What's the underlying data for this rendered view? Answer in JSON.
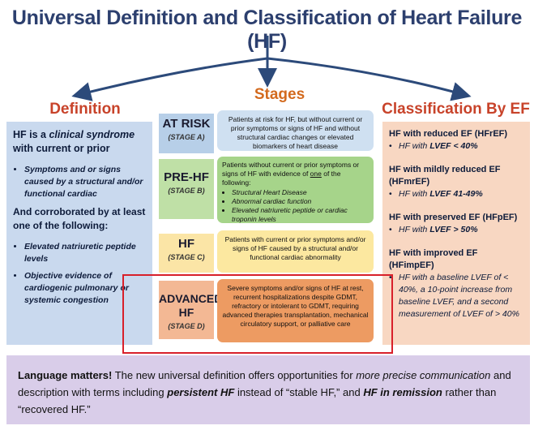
{
  "title": "Universal Definition and Classification of Heart Failure (HF)",
  "stages_heading": "Stages",
  "definition": {
    "heading": "Definition",
    "intro_prefix": "HF is a ",
    "intro_emph": "clinical syndrome",
    "intro_suffix": " with current or prior",
    "bullets1": [
      "Symptoms and or signs caused by a structural and/or functional cardiac"
    ],
    "corroborated": "And corroborated by at least one of the following:",
    "bullets2": [
      "Elevated natriuretic peptide levels",
      "Objective evidence of cardiogenic pulmonary or systemic congestion"
    ]
  },
  "classification": {
    "heading": "Classification By EF",
    "items": [
      {
        "title": "HF with reduced EF (HFrEF)",
        "detail_prefix": "HF with ",
        "detail_emph": "LVEF < 40%"
      },
      {
        "title": "HF with mildly reduced EF (HFmrEF)",
        "detail_prefix": "HF with ",
        "detail_emph": "LVEF 41-49%"
      },
      {
        "title": "HF with preserved EF (HFpEF)",
        "detail_prefix": "HF with ",
        "detail_emph": "LVEF > 50%"
      },
      {
        "title": "HF with improved EF (HFimpEF)",
        "detail_prefix": "HF with a baseline LVEF of < 40%, a 10-point increase from baseline LVEF, and a second measurement of LVEF of > 40%",
        "detail_emph": ""
      }
    ]
  },
  "stages": {
    "a": {
      "name": "AT RISK",
      "sub": "(STAGE A)",
      "desc": "Patients at risk for HF, but without current or prior symptoms or signs of HF and without structural cardiac changes or elevated biomarkers of heart disease"
    },
    "b": {
      "name": "PRE-HF",
      "sub": "(STAGE B)",
      "desc_prefix": "Patients without current or prior symptoms or signs of HF with evidence of ",
      "desc_emph": "one",
      "desc_suffix": " of the following:",
      "bullets": [
        "Structural Heart Disease",
        "Abnormal cardiac function",
        "Elevated natriuretic peptide or cardiac troponin levels"
      ]
    },
    "c": {
      "name": "HF",
      "sub": "(STAGE C)",
      "desc": "Patients with current or prior symptoms and/or signs of HF caused by a structural and/or functional cardiac abnormality"
    },
    "d": {
      "name1": "ADVANCED",
      "name2": "HF",
      "sub": "(STAGE D)",
      "desc": "Severe symptoms and/or signs of HF at rest, recurrent hospitalizations despite GDMT, refractory or intolerant to GDMT, requiring advanced therapies transplantation, mechanical circulatory support, or palliative care"
    }
  },
  "banner": {
    "lead": "Language matters!",
    "t1": " The new universal definition offers opportunities for ",
    "e1": "more precise communication",
    "t2": " and description with terms including ",
    "e2": "persistent HF",
    "t3": " instead of “stable HF,” and ",
    "e3": "HF in remission",
    "t4": " rather than “recovered HF.”"
  },
  "colors": {
    "title": "#2c3f6e",
    "heading_red": "#c8432a",
    "heading_orange": "#d36a1e",
    "arrow": "#2c4a7a",
    "definition_bg": "#c9d9ee",
    "classification_bg": "#f8d7c2",
    "banner_bg": "#d9cde9",
    "highlight": "#d8202a"
  }
}
